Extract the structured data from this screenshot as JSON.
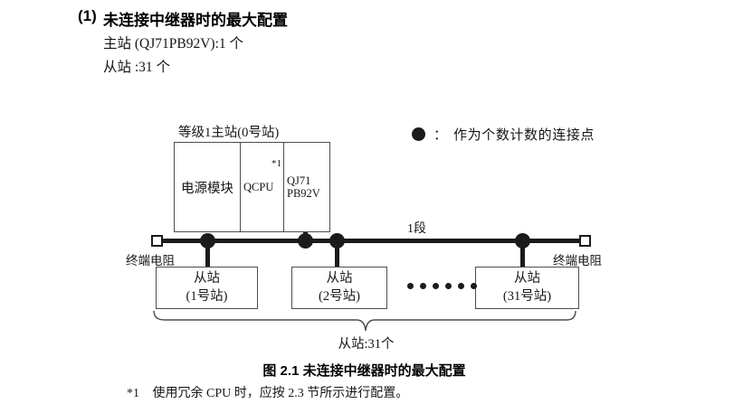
{
  "heading": {
    "number": "(1)",
    "title": "未连接中继器时的最大配置",
    "specs": [
      "主站 (QJ71PB92V):1 个",
      "从站 :31 个"
    ]
  },
  "legend": {
    "symbol": "filled-circle",
    "colon": "：",
    "text": "作为个数计数的连接点"
  },
  "diagram": {
    "rack": {
      "caption": "等级1主站(0号站)",
      "cells": [
        {
          "label": "电源模块"
        },
        {
          "label": "QCPU",
          "footnote": "*1"
        },
        {
          "label": "QJ71\nPB92V"
        }
      ]
    },
    "segment_label": "1段",
    "terminators": [
      {
        "label": "终端电阻",
        "side": "left"
      },
      {
        "label": "终端电阻",
        "side": "right"
      }
    ],
    "slaves": [
      {
        "name": "从站",
        "station": "(1号站)"
      },
      {
        "name": "从站",
        "station": "(2号站)"
      },
      {
        "name": "从站",
        "station": "(31号站)"
      }
    ],
    "ellipsis_count": 6,
    "brace_label": "从站:31个"
  },
  "figure": {
    "caption": "图 2.1  未连接中继器时的最大配置"
  },
  "footnote": {
    "marker": "*1",
    "text": "使用冗余 CPU 时，应按 2.3 节所示进行配置。"
  },
  "colors": {
    "ink": "#1b1b1b",
    "box_stroke": "#4d4d4d",
    "text": "#161616",
    "background": "#ffffff"
  }
}
